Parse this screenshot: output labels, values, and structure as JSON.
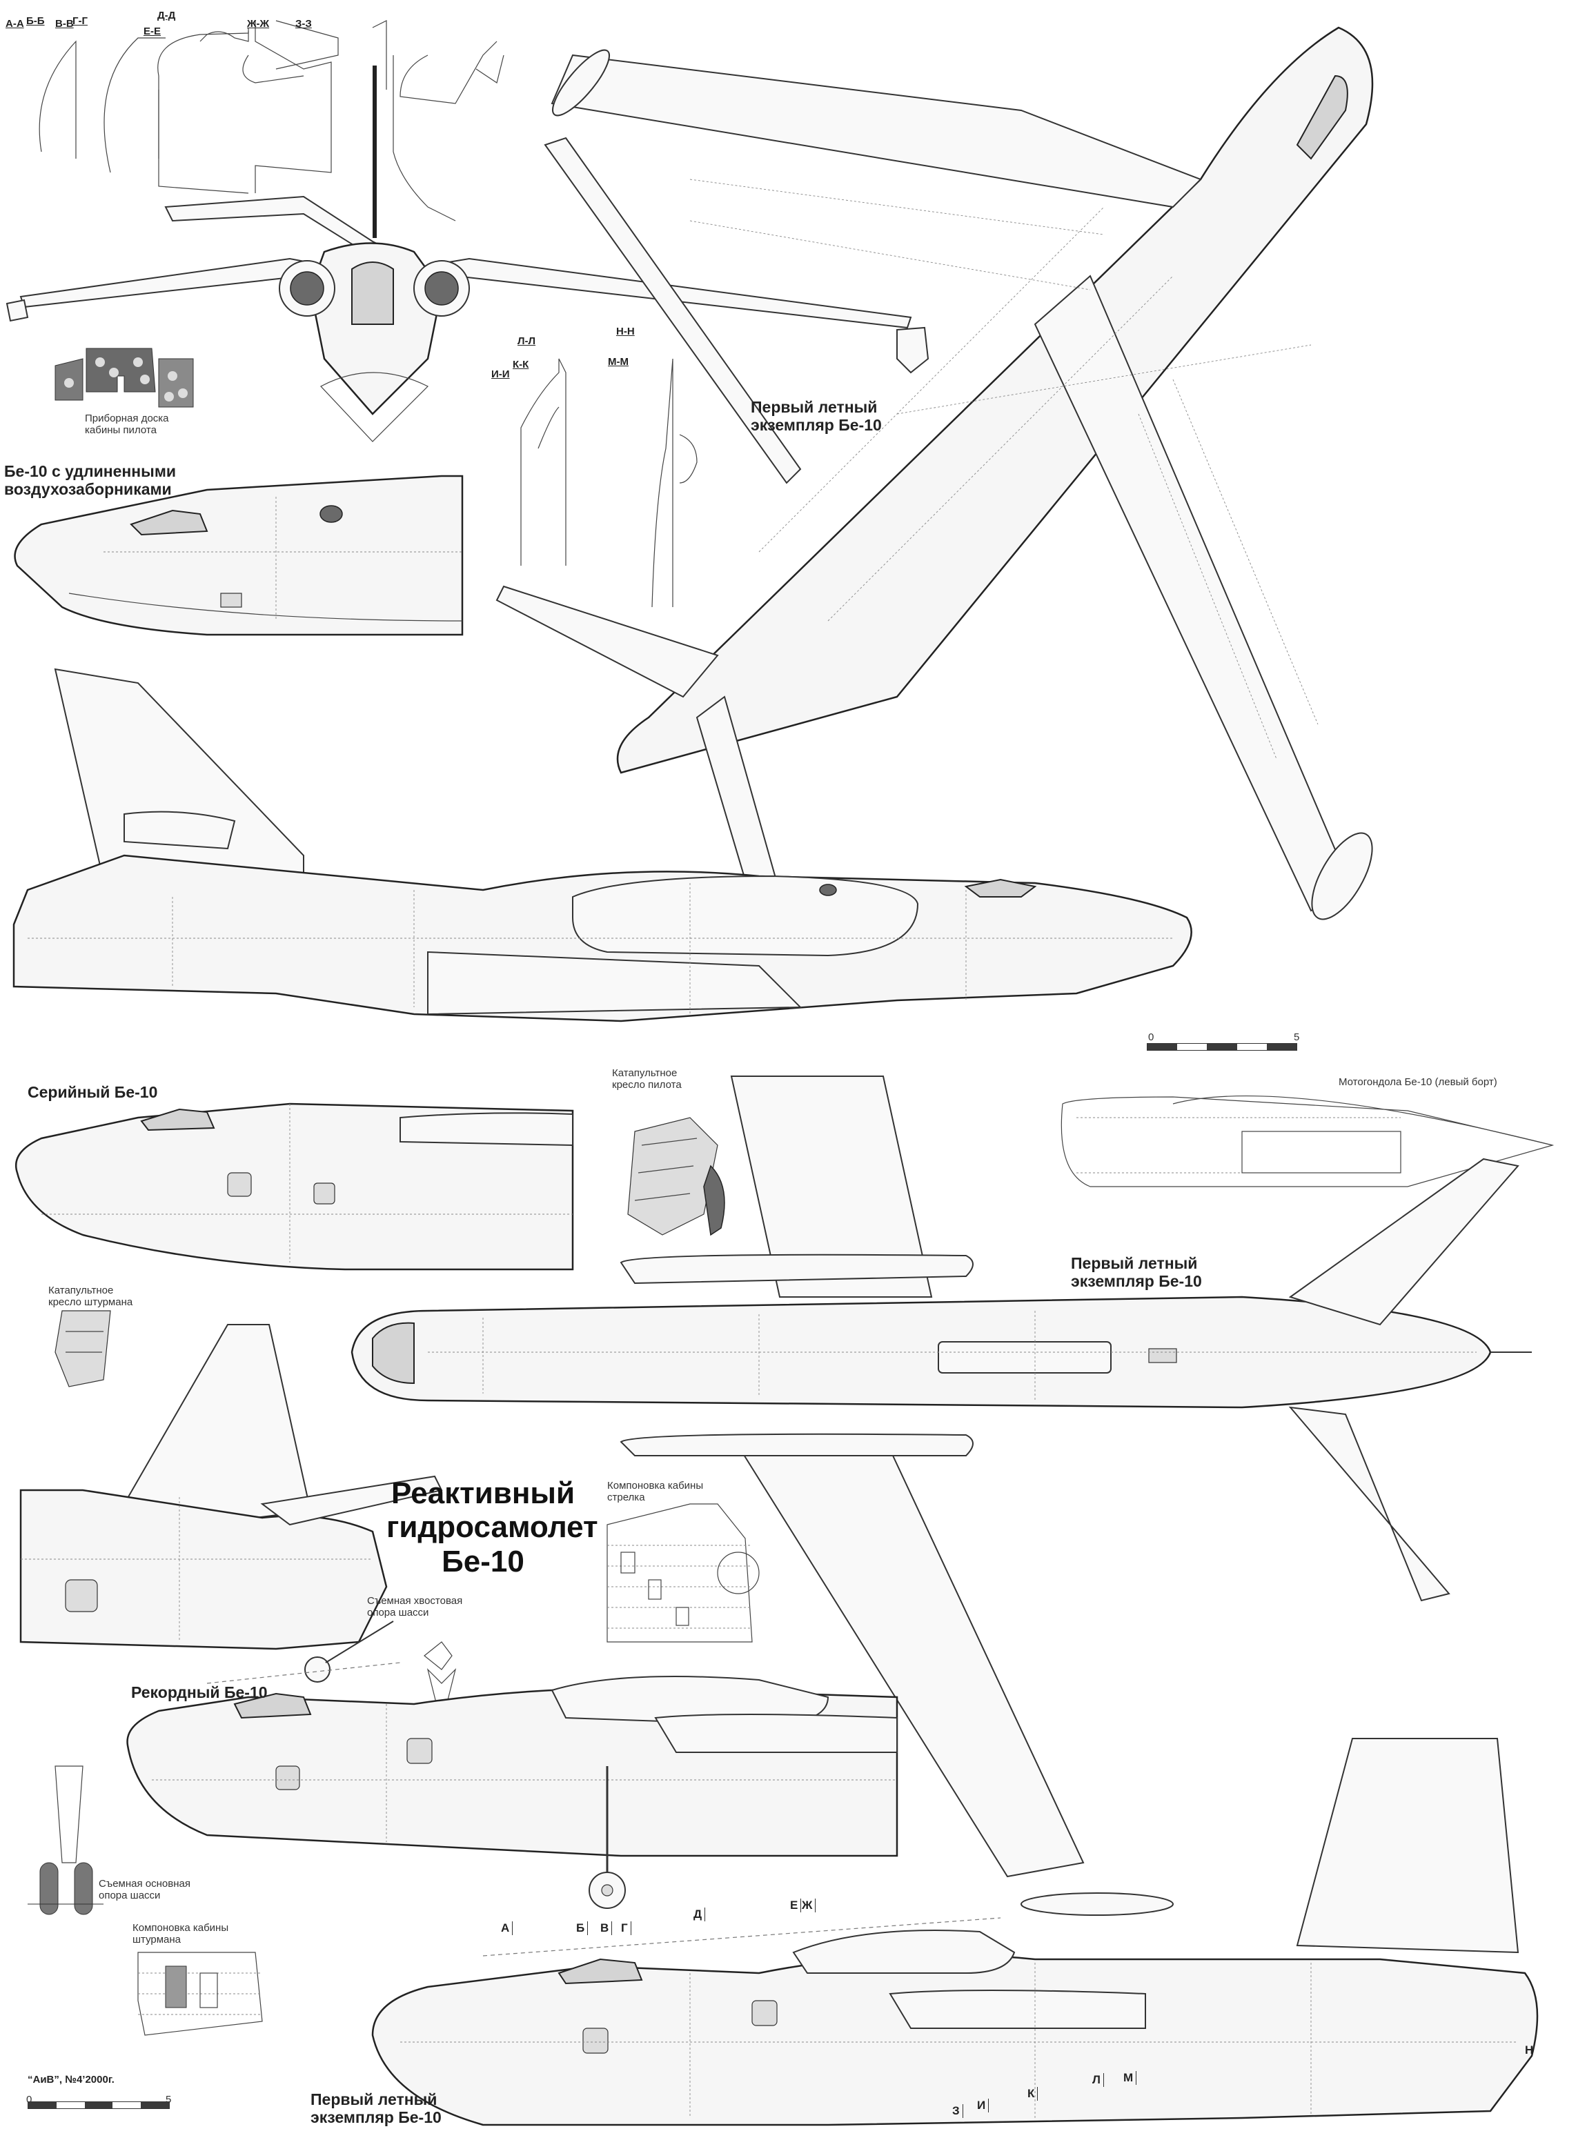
{
  "sections_top": [
    "А-А",
    "Б-Б",
    "В-В",
    "Г-Г",
    "Д-Д",
    "Е-Е",
    "Ж-Ж",
    "З-З"
  ],
  "sections_mid": [
    "И-И",
    "К-К",
    "Л-Л",
    "М-М",
    "Н-Н"
  ],
  "captions": {
    "instrument_panel": "Приборная доска\nкабины пилота",
    "pilot_seat": "Катапультное\nкресло пилота",
    "navigator_seat": "Катапультное\nкресло штурмана",
    "engine_nacelle": "Мотогондола Бе-10 (левый борт)",
    "gunner_cabin": "Компоновка кабины\nстрелка",
    "tail_gear": "Съемная хвостовая\nопора шасси",
    "main_gear": "Съемная основная\nопора шасси",
    "navigator_cabin": "Компоновка кабины\nштурмана"
  },
  "view_titles": {
    "extended_intakes": "Бе-10 с удлиненными\nвоздухозаборниками",
    "first_flight_top": "Первый летный\nэкземпляр Бе-10",
    "serial": "Серийный Бе-10",
    "first_flight_plan": "Первый летный\nэкземпляр Бе-10",
    "record": "Рекордный Бе-10",
    "first_flight_side": "Первый летный\nэкземпляр Бе-10"
  },
  "main_title": "Реактивный\nгидросамолет\nБе-10",
  "scale": {
    "start": "0",
    "end": "5",
    "segments": 5
  },
  "station_marks": [
    "А",
    "Б",
    "В",
    "Г",
    "Д",
    "Е",
    "Ж",
    "З",
    "И",
    "К",
    "Л",
    "М",
    "Н"
  ],
  "source": "“АиВ”, №4’2000г."
}
